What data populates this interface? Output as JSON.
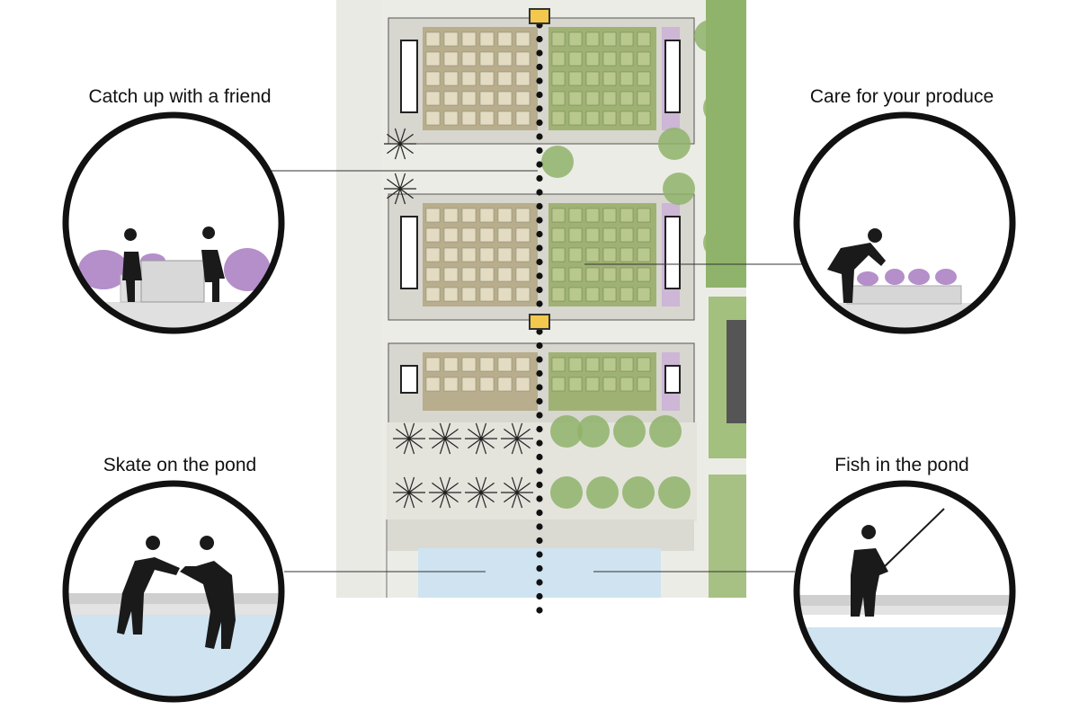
{
  "callouts": {
    "catch_up": "Catch up with a friend",
    "care_produce": "Care for your produce",
    "skate": "Skate on the pond",
    "fish": "Fish in the pond"
  },
  "colors": {
    "garden_plot": "#b8ad8c",
    "green_plot": "#9fb274",
    "planting_purple": "#b48fc9",
    "tree_green": "#8fb36a",
    "pond_blue": "#cfe3f1",
    "sky_bg": "#ffffff",
    "marker_yellow": "#f2c94c",
    "silhouette": "#1a1a1a"
  },
  "icons": [
    "tree-icon",
    "person-silhouette-icon",
    "fishing-rod-icon",
    "planter-icon",
    "path-dot-icon"
  ]
}
